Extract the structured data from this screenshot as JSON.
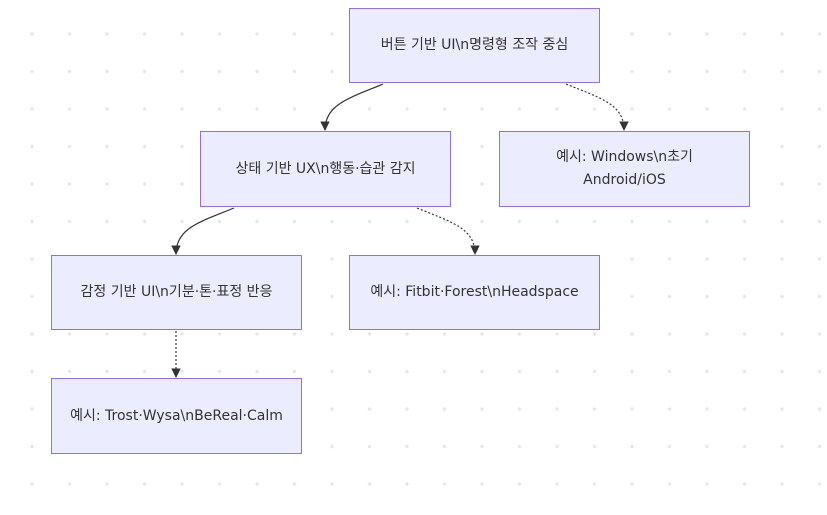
{
  "diagram": {
    "type": "flowchart",
    "direction": "top-down",
    "colors": {
      "node_fill": "#ECECFF",
      "node_border": "#9370DB",
      "text": "#333333",
      "edge": "#333333",
      "background_dots": "#E6E6E6"
    },
    "nodes": [
      {
        "id": "n1",
        "label": "버튼 기반 UI\\n명령형 조작 중심"
      },
      {
        "id": "n2",
        "label": "상태 기반 UX\\n행동·습관 감지"
      },
      {
        "id": "n3",
        "label": "예시: Windows\\n초기 Android/iOS"
      },
      {
        "id": "n4",
        "label": "감정 기반 UI\\n기분·톤·표정 반응"
      },
      {
        "id": "n5",
        "label": "예시: Fitbit·Forest\\nHeadspace"
      },
      {
        "id": "n6",
        "label": "예시: Trost·Wysa\\nBeReal·Calm"
      }
    ],
    "edges": [
      {
        "from": "n1",
        "to": "n2",
        "style": "solid"
      },
      {
        "from": "n1",
        "to": "n3",
        "style": "dotted"
      },
      {
        "from": "n2",
        "to": "n4",
        "style": "solid"
      },
      {
        "from": "n2",
        "to": "n5",
        "style": "dotted"
      },
      {
        "from": "n4",
        "to": "n6",
        "style": "dotted"
      }
    ]
  }
}
